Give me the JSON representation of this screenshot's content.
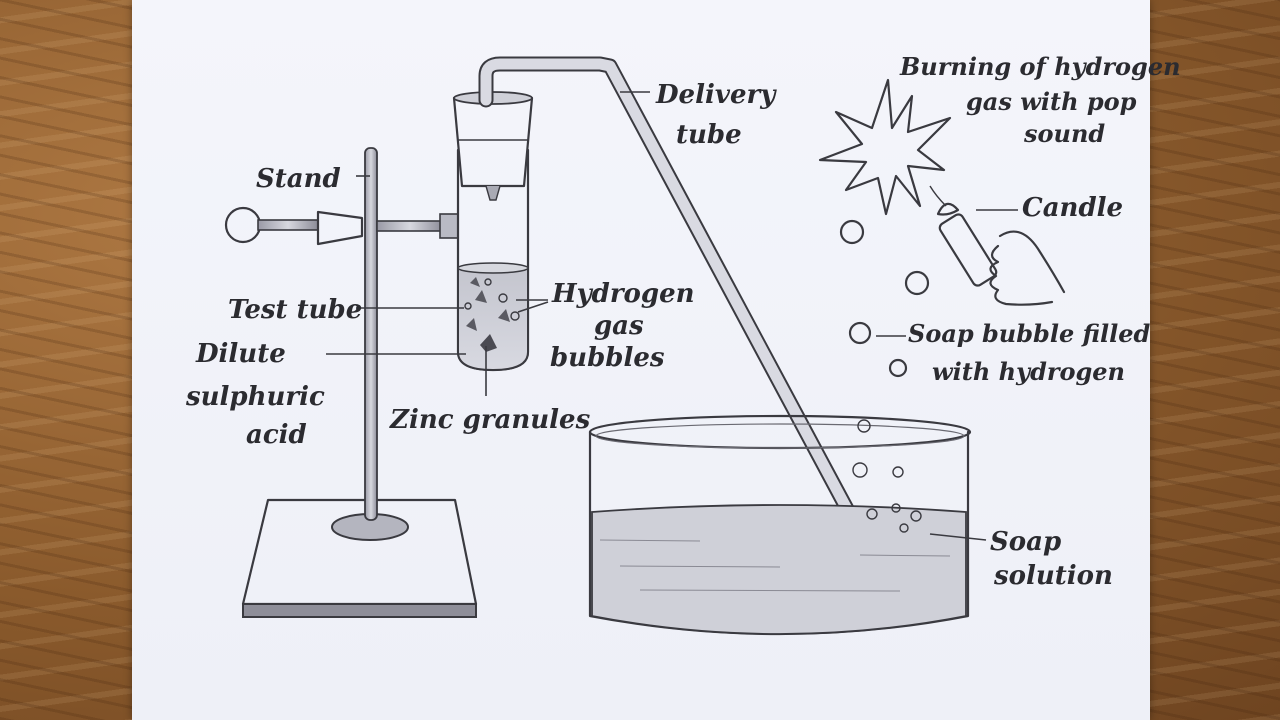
{
  "labels": {
    "stand": "Stand",
    "test_tube": "Test tube",
    "dilute_acid_1": "Dilute",
    "dilute_acid_2": "sulphuric",
    "dilute_acid_3": "acid",
    "zinc": "Zinc granules",
    "hydrogen_bubbles_1": "Hydrogen",
    "hydrogen_bubbles_2": "gas",
    "hydrogen_bubbles_3": "bubbles",
    "delivery_1": "Delivery",
    "delivery_2": "tube",
    "burning_1": "Burning of hydrogen",
    "burning_2": "gas with pop",
    "burning_3": "sound",
    "candle": "Candle",
    "soap_bubble_1": "Soap bubble filled",
    "soap_bubble_2": "with hydrogen",
    "soap_solution_1": "Soap",
    "soap_solution_2": "solution"
  },
  "colors": {
    "pencil": "#3a3a40",
    "shade": "#9a9aa6",
    "paper": "#f4f5fb",
    "wood": "#8a5a2c"
  }
}
